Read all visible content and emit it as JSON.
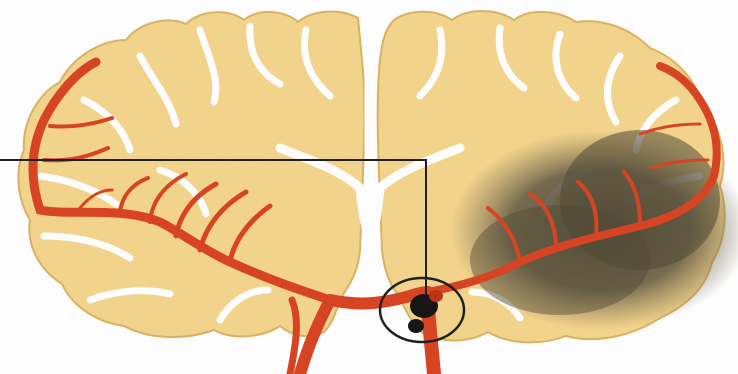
{
  "figure": {
    "colors": {
      "background": "#ffffff",
      "brain_tissue": "#f4d48a",
      "brain_outline": "#d9b261",
      "fissures": "#ffffff",
      "artery": "#d8401e",
      "artery_dark": "#b82e12",
      "infarct": "#5c5440",
      "pointer_line": "#1a1a1a",
      "clot": "#111111"
    },
    "components": [
      "left-hemisphere",
      "right-hemisphere",
      "left-middle-cerebral-artery",
      "right-middle-cerebral-artery",
      "infarct-region",
      "clot",
      "clot-circle",
      "pointer-line"
    ]
  }
}
